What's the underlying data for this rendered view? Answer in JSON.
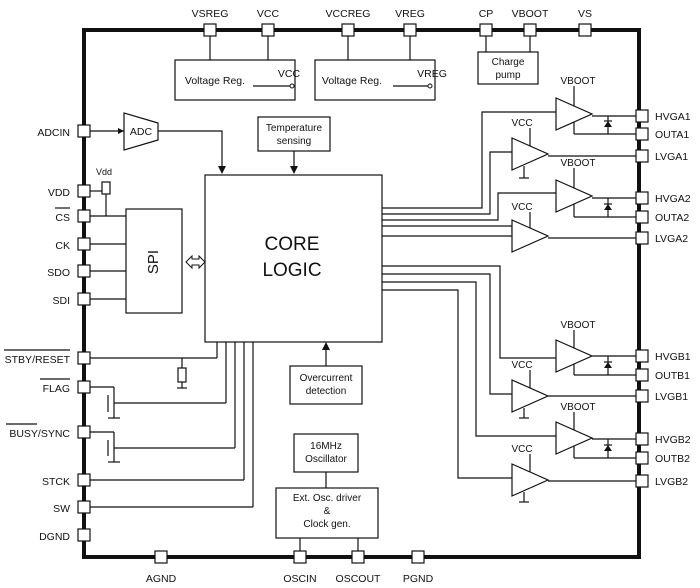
{
  "top_pins": [
    "VSREG",
    "VCC",
    "VCCREG",
    "VREG",
    "CP",
    "VBOOT",
    "VS"
  ],
  "bottom_pins": [
    "AGND",
    "OSCIN",
    "OSCOUT",
    "PGND"
  ],
  "left_pins": [
    "ADCIN",
    "VDD",
    "CS",
    "CK",
    "SDO",
    "SDI",
    "STBY/RESET",
    "FLAG",
    "BUSY/SYNC",
    "STCK",
    "SW",
    "DGND"
  ],
  "right_pins": [
    "HVGA1",
    "OUTA1",
    "LVGA1",
    "HVGA2",
    "OUTA2",
    "LVGA2",
    "HVGB1",
    "OUTB1",
    "LVGB1",
    "HVGB2",
    "OUTB2",
    "LVGB2"
  ],
  "blocks": {
    "vreg1": "Voltage Reg.",
    "vreg2": "Voltage Reg.",
    "charge_pump_l1": "Charge",
    "charge_pump_l2": "pump",
    "adc": "ADC",
    "temp_l1": "Temperature",
    "temp_l2": "sensing",
    "core_l1": "CORE",
    "core_l2": "LOGIC",
    "spi": "SPI",
    "overcurrent_l1": "Overcurrent",
    "overcurrent_l2": "detection",
    "osc_l1": "16MHz",
    "osc_l2": "Oscillator",
    "ext_l1": "Ext. Osc. driver",
    "ext_l2": "&",
    "ext_l3": "Clock gen."
  },
  "internal_labels": {
    "vcc_out": "VCC",
    "vreg_out": "VREG",
    "vdd": "Vdd",
    "driver_vboot": "VBOOT",
    "driver_vcc": "VCC"
  }
}
